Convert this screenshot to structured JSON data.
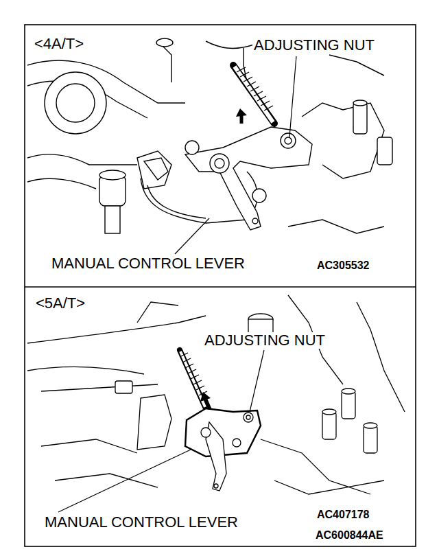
{
  "diagram": {
    "labels": [
      "<4A/T>",
      "ADJUSTING NUT",
      "MANUAL CONTROL LEVER",
      "AC305532",
      "<5A/T>",
      "ADJUSTING NUT",
      "MANUAL CONTROL LEVER",
      "AC407178",
      "AC600844AE"
    ]
  }
}
